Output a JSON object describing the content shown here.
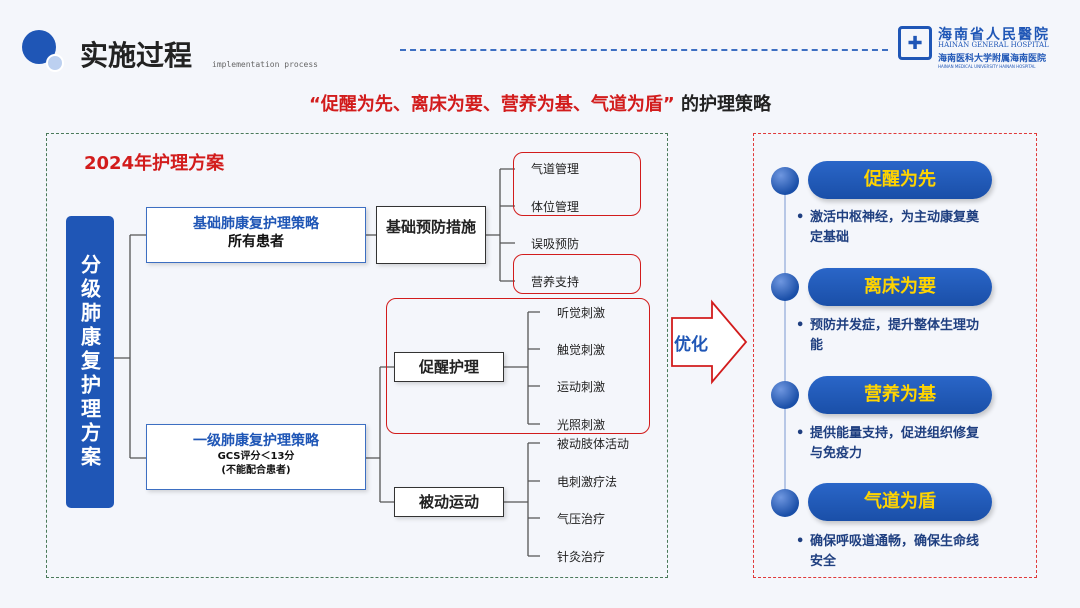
{
  "header": {
    "title": "实施过程",
    "subtitle": "implementation process",
    "hospital_cn": "海南省人民醫院",
    "hospital_en": "HAINAN GENERAL HOSPITAL",
    "hospital_cn2": "海南医科大学附属海南医院",
    "hospital_en2": "HAINAN MEDICAL UNIVERSITY HAINAN HOSPITAL"
  },
  "headline": {
    "quote": "“促醒为先、离床为要、营养为基、气道为盾”",
    "suffix": "的护理策略"
  },
  "plan": {
    "title": "2024年护理方案",
    "vertical_label": "分级肺康复护理方案",
    "basic": {
      "title": "基础肺康复护理策略",
      "sub": "所有患者",
      "measure": "基础预防措施",
      "leaves": [
        "气道管理",
        "体位管理",
        "误吸预防",
        "营养支持"
      ]
    },
    "level1": {
      "title": "一级肺康复护理策略",
      "sub": "GCS评分＜13分",
      "note": "(不能配合患者)",
      "wake": "促醒护理",
      "wake_leaves": [
        "听觉刺激",
        "触觉刺激",
        "运动刺激",
        "光照刺激"
      ],
      "passive": "被动运动",
      "passive_leaves": [
        "被动肢体活动",
        "电刺激疗法",
        "气压治疗",
        "针灸治疗"
      ]
    }
  },
  "arrow_label": "优化",
  "strategies": [
    {
      "name": "促醒为先",
      "desc": "激活中枢神经，为主动康复奠定基础"
    },
    {
      "name": "离床为要",
      "desc": "预防并发症，提升整体生理功能"
    },
    {
      "name": "营养为基",
      "desc": "提供能量支持，促进组织修复与免疫力"
    },
    {
      "name": "气道为盾",
      "desc": "确保呼吸道通畅，确保生命线安全"
    }
  ]
}
